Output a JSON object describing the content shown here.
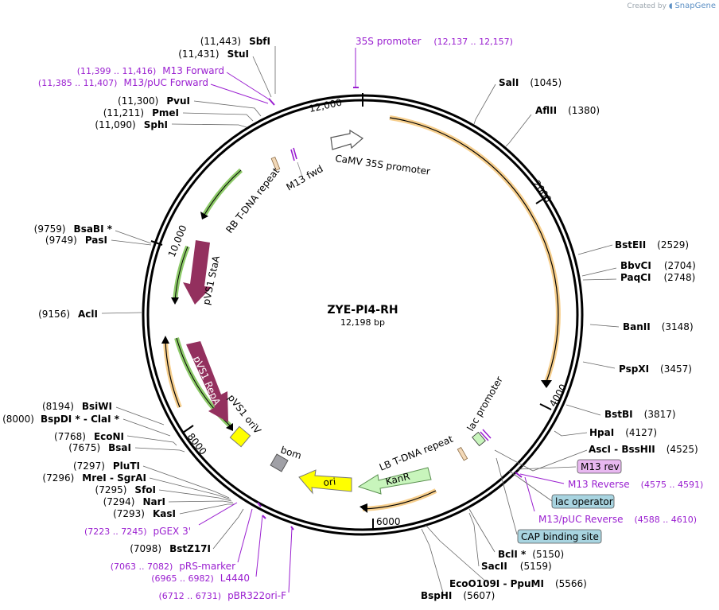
{
  "watermark": {
    "created_by": "Created by",
    "brand": "SnapGene"
  },
  "plasmid": {
    "name": "ZYE-PI4-RH",
    "length_label": "12,198 bp",
    "length": 12198
  },
  "colors": {
    "feature_orange": "#f0a830",
    "feature_green": "#5db32a",
    "repA_purple": "#93305e",
    "primer_purple": "#9a1fd0",
    "origin_yellow": "#ffff00",
    "kanr_green": "#c8f5bc",
    "bom_gray": "#a0a0a6",
    "lac_operator_blue": "#a8d4e0",
    "m13_rev_pink": "#e8b8f0"
  },
  "ticks": [
    {
      "label": "12,000",
      "pos": 12000
    },
    {
      "label": "2000",
      "pos": 2000
    },
    {
      "label": "4000",
      "pos": 4000
    },
    {
      "label": "6000",
      "pos": 6000
    },
    {
      "label": "8000",
      "pos": 8000
    },
    {
      "label": "10,000",
      "pos": 10000
    }
  ],
  "enzymes_right": [
    {
      "name": "SalI",
      "pos": "(1045)"
    },
    {
      "name": "AflII",
      "pos": "(1380)"
    },
    {
      "name": "BstEII",
      "pos": "(2529)"
    },
    {
      "name": "BbvCI",
      "pos": "(2704)"
    },
    {
      "name": "PaqCI",
      "pos": "(2748)"
    },
    {
      "name": "BanII",
      "pos": "(3148)"
    },
    {
      "name": "PspXI",
      "pos": "(3457)"
    },
    {
      "name": "BstBI",
      "pos": "(3817)"
    },
    {
      "name": "HpaI",
      "pos": "(4127)"
    },
    {
      "name": "AscI - BssHII",
      "pos": "(4525)"
    },
    {
      "name": "BclI *",
      "pos": "(5150)"
    },
    {
      "name": "SacII",
      "pos": "(5159)"
    },
    {
      "name": "EcoO109I - PpuMI",
      "pos": "(5566)"
    },
    {
      "name": "BspHI",
      "pos": "(5607)"
    }
  ],
  "enzymes_left": [
    {
      "name": "SbfI",
      "pos": "(11,443)"
    },
    {
      "name": "StuI",
      "pos": "(11,431)"
    },
    {
      "name": "PvuI",
      "pos": "(11,300)"
    },
    {
      "name": "PmeI",
      "pos": "(11,211)"
    },
    {
      "name": "SphI",
      "pos": "(11,090)"
    },
    {
      "name": "BsaBI *",
      "pos": "(9759)"
    },
    {
      "name": "PasI",
      "pos": "(9749)"
    },
    {
      "name": "AclI",
      "pos": "(9156)"
    },
    {
      "name": "BsiWI",
      "pos": "(8194)"
    },
    {
      "name": "BspDI * - ClaI *",
      "pos": "(8000)"
    },
    {
      "name": "EcoNI",
      "pos": "(7768)"
    },
    {
      "name": "BsaI",
      "pos": "(7675)"
    },
    {
      "name": "PluTI",
      "pos": "(7297)"
    },
    {
      "name": "MreI - SgrAI",
      "pos": "(7296)"
    },
    {
      "name": "SfoI",
      "pos": "(7295)"
    },
    {
      "name": "NarI",
      "pos": "(7294)"
    },
    {
      "name": "KasI",
      "pos": "(7293)"
    },
    {
      "name": "BstZ17I",
      "pos": "(7098)"
    }
  ],
  "primers": [
    {
      "name": "35S promoter",
      "range": "(12,137 .. 12,157)"
    },
    {
      "name": "M13 Forward",
      "range": "(11,399 .. 11,416)"
    },
    {
      "name": "M13/pUC Forward",
      "range": "(11,385 .. 11,407)"
    },
    {
      "name": "M13 Reverse",
      "range": "(4575 .. 4591)"
    },
    {
      "name": "M13/pUC Reverse",
      "range": "(4588 .. 4610)"
    },
    {
      "name": "pGEX 3'",
      "range": "(7223 .. 7245)"
    },
    {
      "name": "pRS-marker",
      "range": "(7063 .. 7082)"
    },
    {
      "name": "L4440",
      "range": "(6965 .. 6982)"
    },
    {
      "name": "pBR322ori-F",
      "range": "(6712 .. 6731)"
    }
  ],
  "boxed_features": {
    "m13_rev": "M13 rev",
    "lac_operator": "lac operator",
    "cap_binding_site": "CAP binding site"
  },
  "inner_features": {
    "camv_35s": "CaMV 35S promoter",
    "m13_fwd": "M13 fwd",
    "rb_tdna": "RB T-DNA repeat",
    "pvs1_staa": "pVS1 StaA",
    "pvs1_repa": "pVS1 RepA",
    "pvs1_oriv": "pVS1 oriV",
    "bom": "bom",
    "ori": "ori",
    "kanr": "KanR",
    "lb_tdna": "LB T-DNA repeat",
    "lac_promoter": "lac promoter"
  }
}
